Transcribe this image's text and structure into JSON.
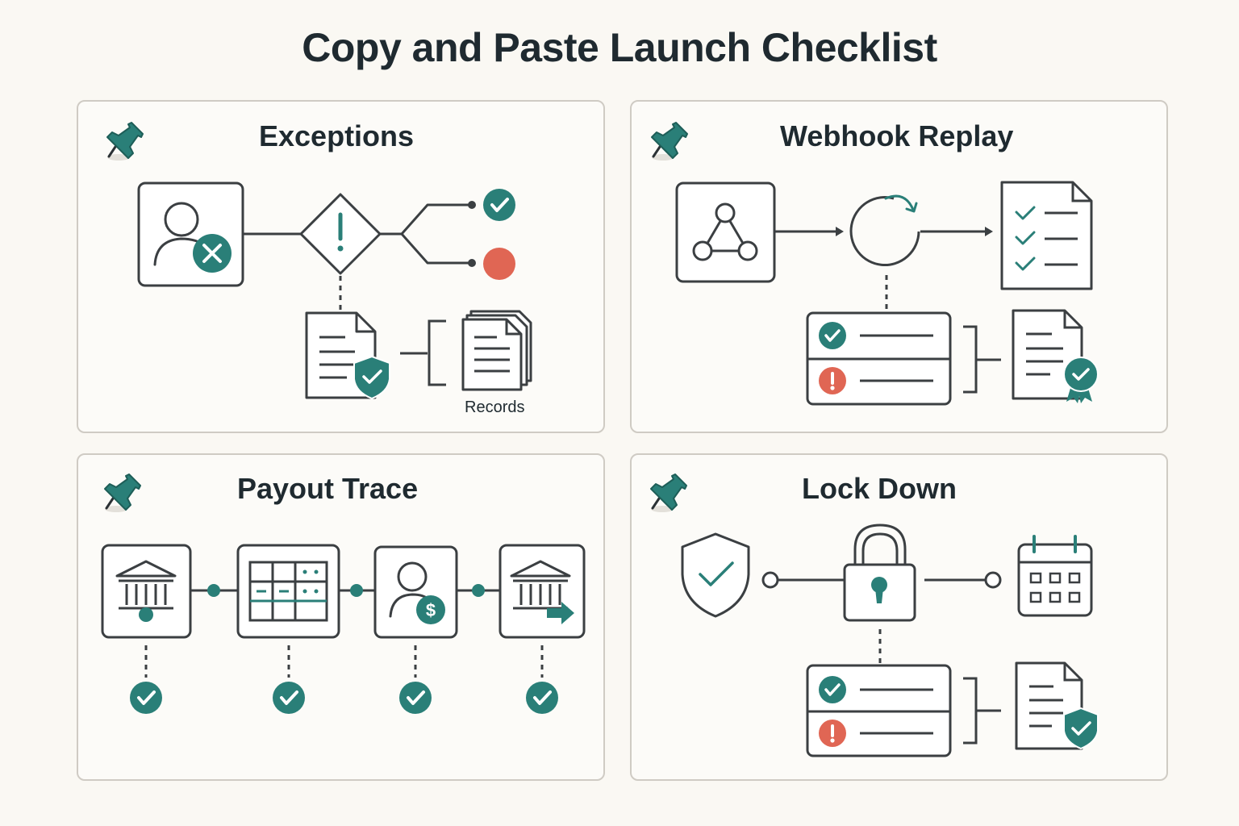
{
  "title": "Copy and Paste Launch Checklist",
  "panels": {
    "exceptions": {
      "title": "Exceptions",
      "records_label": "Records"
    },
    "webhook_replay": {
      "title": "Webhook Replay"
    },
    "payout_trace": {
      "title": "Payout Trace"
    },
    "lock_down": {
      "title": "Lock Down"
    }
  },
  "colors": {
    "teal": "#2a7f78",
    "red": "#e06654",
    "line": "#3b3f42",
    "panel_border": "#cfcbc4",
    "background": "#faf8f3"
  },
  "icons": {
    "pin": "pushpin-icon",
    "check": "check-circle-icon",
    "alert": "alert-circle-icon",
    "user_x": "user-x-icon",
    "decision": "exclamation-diamond-icon",
    "doc_shield": "document-shield-icon",
    "records": "records-stack-icon",
    "network": "network-nodes-icon",
    "replay": "replay-circle-icon",
    "checklist_doc": "checklist-document-icon",
    "status_list": "status-list-icon",
    "certificate": "certificate-document-icon",
    "bank": "bank-icon",
    "ledger": "ledger-grid-icon",
    "user_dollar": "user-dollar-icon",
    "bank_transfer": "bank-transfer-icon",
    "shield_check": "shield-check-icon",
    "padlock": "padlock-icon",
    "calendar": "calendar-icon"
  }
}
